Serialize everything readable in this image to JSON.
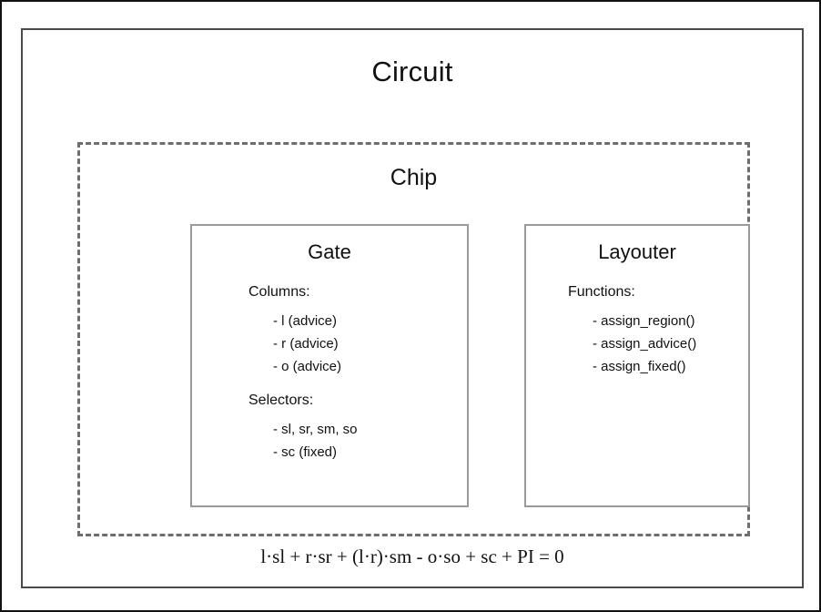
{
  "diagram": {
    "outer": {
      "title": "Circuit"
    },
    "chip": {
      "title": "Chip"
    },
    "modules": [
      {
        "id": "gate",
        "title": "Gate",
        "sections": [
          {
            "label": "Columns:",
            "items": [
              "- l (advice)",
              "- r (advice)",
              "- o (advice)"
            ]
          },
          {
            "label": "Selectors:",
            "items": [
              "- sl, sr, sm, so",
              "- sc (fixed)"
            ]
          }
        ]
      },
      {
        "id": "layouter",
        "title": "Layouter",
        "sections": [
          {
            "label": "Functions:",
            "items": [
              "- assign_region()",
              "- assign_advice()",
              "- assign_fixed()"
            ]
          }
        ]
      }
    ],
    "formula": "l·sl + r·sr + (l·r)·sm - o·so + sc + PI = 0"
  },
  "colors": {
    "page_border": "#111111",
    "circuit_border": "#4a4a4a",
    "chip_border_dashed": "#6e6e6e",
    "module_border": "#9a9a9a",
    "text": "#111111",
    "background": "#ffffff"
  }
}
